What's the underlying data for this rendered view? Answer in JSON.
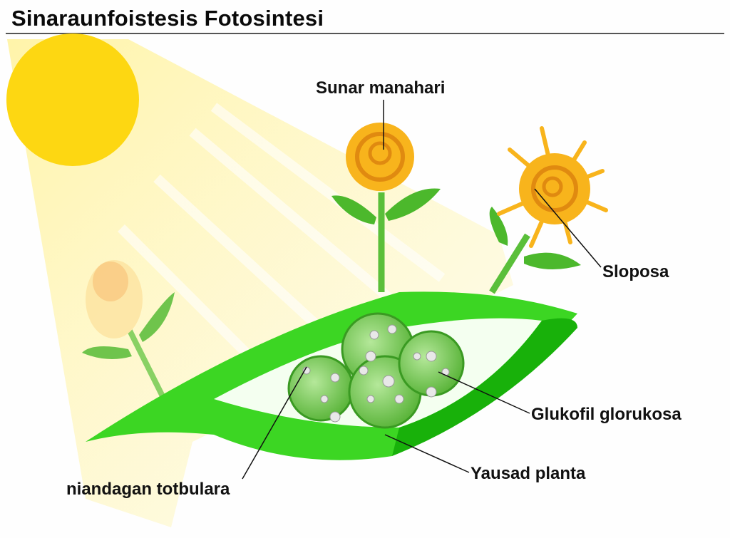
{
  "title": "Sinaraunfoistesis Fotosintesi",
  "labels": {
    "sun_label": "Sunar manahari",
    "right_flower": "Sloposa",
    "chloroplast": "Glukofil glorukosa",
    "leaf": "Yausad planta",
    "bottom_left": "niandagan totbulara"
  },
  "colors": {
    "sun": "#fdd712",
    "leaf": "#3cd623",
    "leaf_dark": "#18b10a",
    "flower": "#f8b41c",
    "chloroplast": "#7fcf5a"
  }
}
